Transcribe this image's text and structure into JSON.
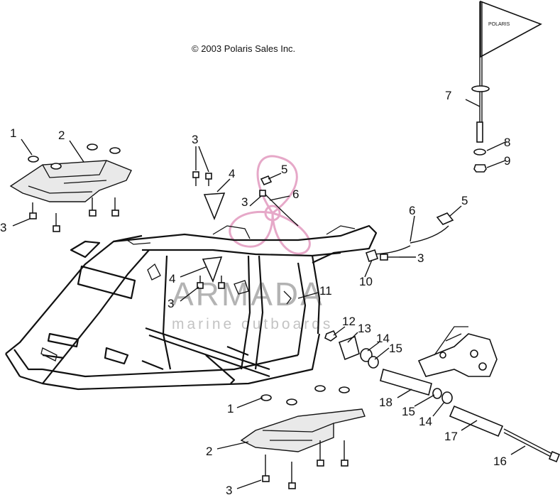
{
  "copyright": "© 2003 Polaris Sales Inc.",
  "flag_text": "POLARIS",
  "watermark": {
    "brand": "ARMADA",
    "tagline": "marine outboards"
  },
  "callouts": [
    {
      "id": "c1a",
      "label": "1"
    },
    {
      "id": "c2a",
      "label": "2"
    },
    {
      "id": "c3a",
      "label": "3"
    },
    {
      "id": "c3b",
      "label": "3"
    },
    {
      "id": "c4a",
      "label": "4"
    },
    {
      "id": "c5a",
      "label": "5"
    },
    {
      "id": "c3c",
      "label": "3"
    },
    {
      "id": "c6a",
      "label": "6"
    },
    {
      "id": "c7",
      "label": "7"
    },
    {
      "id": "c8",
      "label": "8"
    },
    {
      "id": "c9",
      "label": "9"
    },
    {
      "id": "c6b",
      "label": "6"
    },
    {
      "id": "c5b",
      "label": "5"
    },
    {
      "id": "c3d",
      "label": "3"
    },
    {
      "id": "c4b",
      "label": "4"
    },
    {
      "id": "c3e",
      "label": "3"
    },
    {
      "id": "c10",
      "label": "10"
    },
    {
      "id": "c11",
      "label": "11"
    },
    {
      "id": "c12",
      "label": "12"
    },
    {
      "id": "c13",
      "label": "13"
    },
    {
      "id": "c14a",
      "label": "14"
    },
    {
      "id": "c15a",
      "label": "15"
    },
    {
      "id": "c18",
      "label": "18"
    },
    {
      "id": "c15b",
      "label": "15"
    },
    {
      "id": "c14b",
      "label": "14"
    },
    {
      "id": "c17",
      "label": "17"
    },
    {
      "id": "c16",
      "label": "16"
    },
    {
      "id": "c1b",
      "label": "1"
    },
    {
      "id": "c2b",
      "label": "2"
    },
    {
      "id": "c3f",
      "label": "3"
    }
  ]
}
